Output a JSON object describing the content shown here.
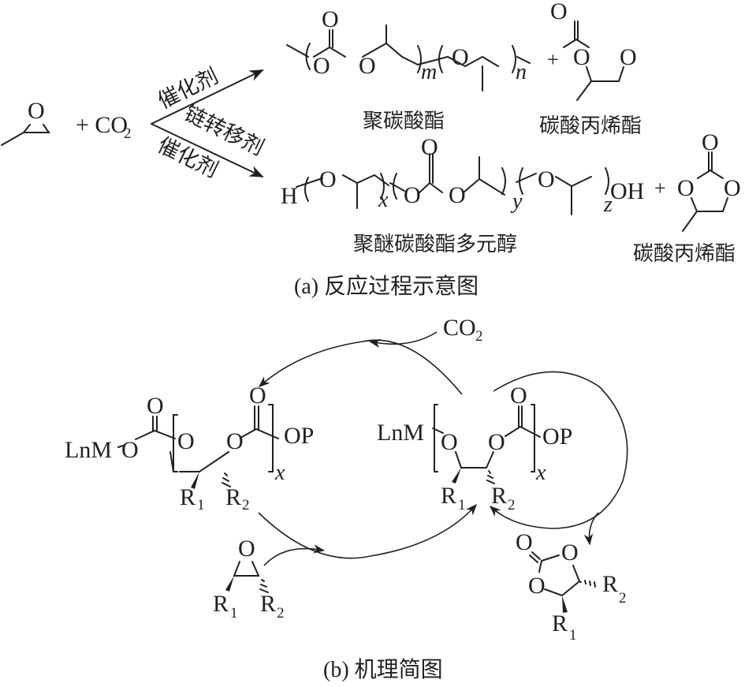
{
  "figure": {
    "panel_a": {
      "caption": "(a) 反应过程示意图",
      "reactant_epoxide_O": "O",
      "plus_co2": "+ CO",
      "co2_sub": "2",
      "arrow_upper_label": "催化剂",
      "arrow_lower_label_1": "链转移剂",
      "arrow_lower_label_2": "催化剂",
      "product_top": {
        "name": "聚碳酸酯",
        "atoms": [
          "O",
          "O",
          "O",
          "O"
        ],
        "subscript_m": "m",
        "subscript_n": "n"
      },
      "product_top_byproduct": {
        "name": "碳酸丙烯酯",
        "atoms": [
          "O",
          "O",
          "O"
        ]
      },
      "product_bottom": {
        "name": "聚醚碳酸酯多元醇",
        "h_label": "H",
        "oh_label": "OH",
        "atoms": [
          "O",
          "O",
          "O",
          "O",
          "O"
        ],
        "subscript_x": "x",
        "subscript_y": "y",
        "subscript_z": "z"
      },
      "product_bottom_byproduct": {
        "name": "碳酸丙烯酯",
        "atoms": [
          "O",
          "O",
          "O"
        ]
      },
      "plus": "+"
    },
    "panel_b": {
      "caption": "(b) 机理简图",
      "co2_label": "CO",
      "co2_sub": "2",
      "left_species": {
        "metal": "LnM",
        "o_label": "O",
        "op_label": "OP",
        "r1": "R",
        "r1_sub": "1",
        "r2": "R",
        "r2_sub": "2",
        "repeat": "x"
      },
      "right_species": {
        "metal": "LnM",
        "o_label": "O",
        "op_label": "OP",
        "r1": "R",
        "r1_sub": "1",
        "r2": "R",
        "r2_sub": "2",
        "repeat": "x"
      },
      "epoxide": {
        "o_label": "O",
        "r1": "R",
        "r1_sub": "1",
        "r2": "R",
        "r2_sub": "2"
      },
      "cyclic_carbonate": {
        "o_label": "O",
        "r1": "R",
        "r1_sub": "1",
        "r2": "R",
        "r2_sub": "2"
      }
    }
  }
}
